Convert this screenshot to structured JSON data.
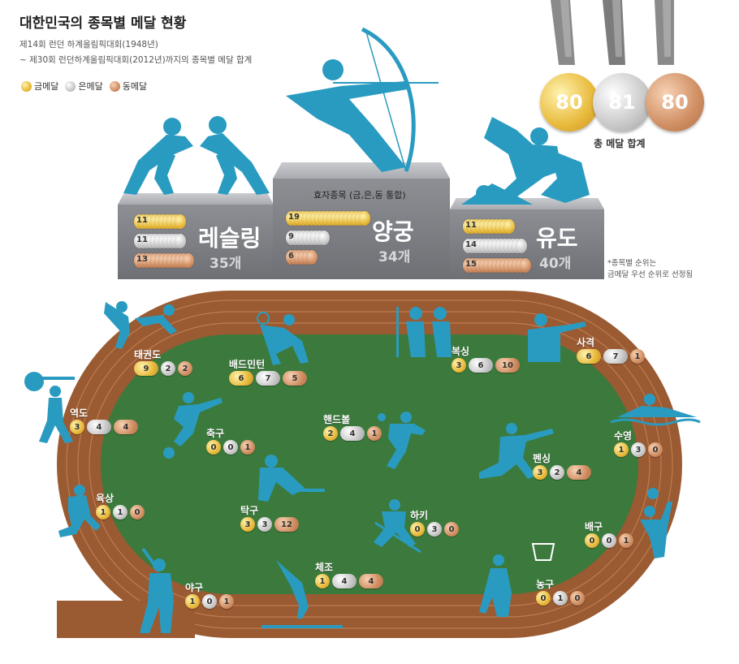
{
  "header": {
    "title": "대한민국의 종목별 메달 현황",
    "subtitle_line1": "제14회 런던 하계올림픽대회(1948년)",
    "subtitle_line2": "~ 제30회 런던하계올림픽대회(2012년)까지의 종목별 메달 합계"
  },
  "legend": {
    "gold": "금메달",
    "silver": "은메달",
    "bronze": "동메달"
  },
  "totals": {
    "gold": "80",
    "silver": "81",
    "bronze": "80",
    "label": "총 메달 합계"
  },
  "colors": {
    "gold": "#e0ad3a",
    "silver": "#b9b9b9",
    "bronze": "#c98a5e",
    "figure": "#2a9bc0",
    "field": "#3b7a3c",
    "track": "#9a5a32"
  },
  "podium": {
    "note": "효자종목 (금,은,동 통합)",
    "footnote_line1": "*종목별 순위는",
    "footnote_line2": "금메달 우선 순위로 선정됨",
    "wrestling": {
      "name": "레슬링",
      "total": "35개",
      "gold": 11,
      "silver": 11,
      "bronze": 13
    },
    "archery": {
      "name": "양궁",
      "total": "34개",
      "gold": 19,
      "silver": 9,
      "bronze": 6
    },
    "judo": {
      "name": "유도",
      "total": "40개",
      "gold": 11,
      "silver": 14,
      "bronze": 15
    }
  },
  "sports": [
    {
      "name": "태권도",
      "gold": 9,
      "silver": 2,
      "bronze": 2
    },
    {
      "name": "배드민턴",
      "gold": 6,
      "silver": 7,
      "bronze": 5
    },
    {
      "name": "복싱",
      "gold": 3,
      "silver": 6,
      "bronze": 10
    },
    {
      "name": "사격",
      "gold": 6,
      "silver": 7,
      "bronze": 1
    },
    {
      "name": "역도",
      "gold": 3,
      "silver": 4,
      "bronze": 4
    },
    {
      "name": "축구",
      "gold": 0,
      "silver": 0,
      "bronze": 1
    },
    {
      "name": "핸드볼",
      "gold": 2,
      "silver": 4,
      "bronze": 1
    },
    {
      "name": "수영",
      "gold": 1,
      "silver": 3,
      "bronze": 0
    },
    {
      "name": "펜싱",
      "gold": 3,
      "silver": 2,
      "bronze": 4
    },
    {
      "name": "육상",
      "gold": 1,
      "silver": 1,
      "bronze": 0
    },
    {
      "name": "탁구",
      "gold": 3,
      "silver": 3,
      "bronze": 12
    },
    {
      "name": "하키",
      "gold": 0,
      "silver": 3,
      "bronze": 0
    },
    {
      "name": "배구",
      "gold": 0,
      "silver": 0,
      "bronze": 1
    },
    {
      "name": "체조",
      "gold": 1,
      "silver": 4,
      "bronze": 4
    },
    {
      "name": "야구",
      "gold": 1,
      "silver": 0,
      "bronze": 1
    },
    {
      "name": "농구",
      "gold": 0,
      "silver": 1,
      "bronze": 0
    }
  ]
}
